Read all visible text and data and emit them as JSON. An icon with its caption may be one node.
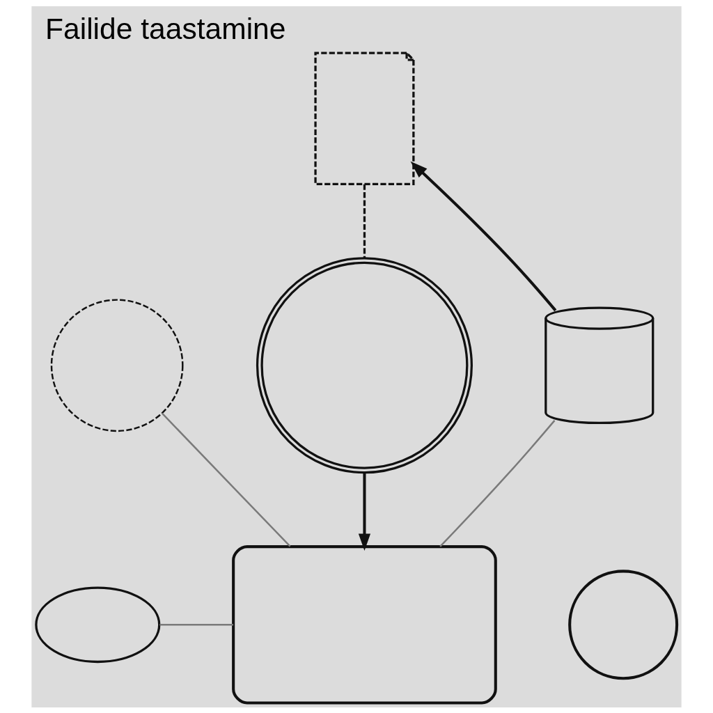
{
  "diagram": {
    "title": "Failide taastamine",
    "nodes": [
      {
        "text": [],
        "shape": "document"
      },
      {
        "text": [],
        "shape": "circle"
      },
      {
        "text": [],
        "shape": "cylinder"
      },
      {
        "text": [],
        "shape": "circle"
      },
      {
        "text": [],
        "shape": "server"
      },
      {
        "text": [],
        "shape": "cloud"
      },
      {
        "text": [],
        "shape": "gauge"
      }
    ],
    "edges": [
      {
        "from": 0,
        "to": 3,
        "arrow": "none",
        "style": "dashed"
      },
      {
        "from": 2,
        "to": 0,
        "arrow": "to"
      },
      {
        "from": 3,
        "to": 4,
        "arrow": "to"
      },
      {
        "from": 1,
        "to": 4,
        "arrow": "none",
        "color": "#7a7a7a"
      },
      {
        "from": 2,
        "to": 4,
        "arrow": "none",
        "color": "#7a7a7a"
      },
      {
        "from": 5,
        "to": 4,
        "arrow": "none",
        "color": "#7a7a7a"
      }
    ]
  }
}
